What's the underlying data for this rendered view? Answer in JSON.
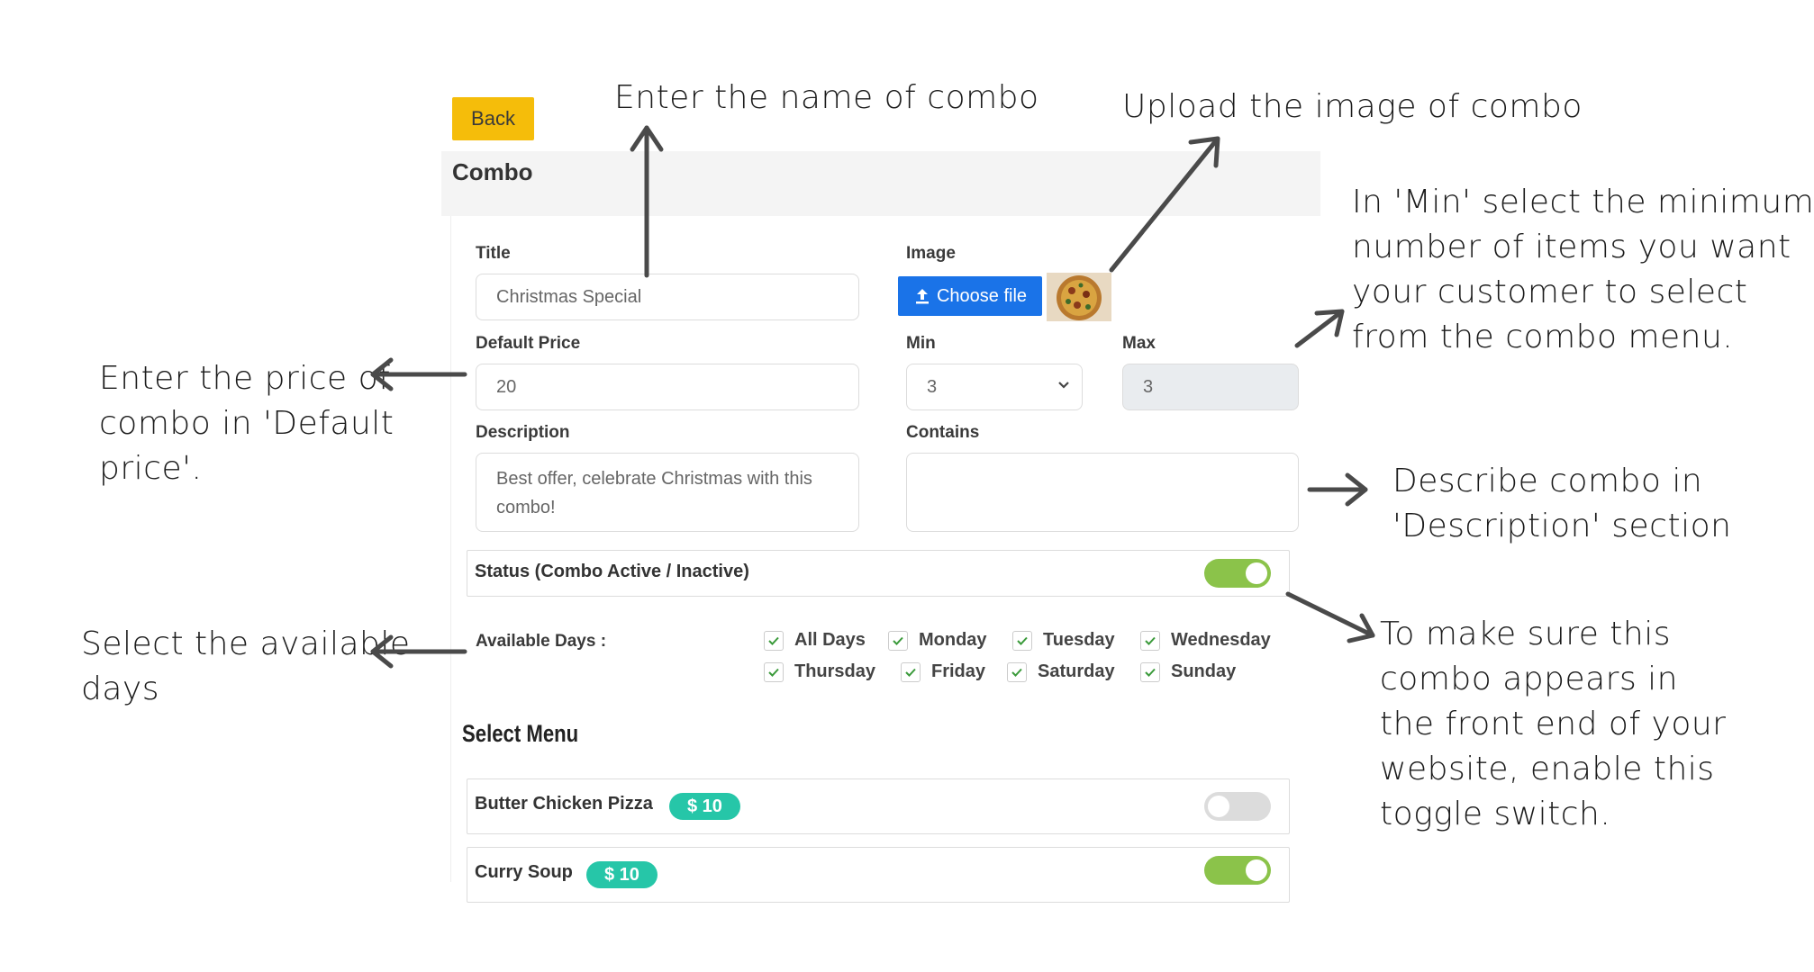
{
  "annotations": {
    "name": [
      "Enter the name of combo"
    ],
    "image": [
      "Upload the image of combo"
    ],
    "min": [
      "In 'Min' select the minimum",
      "number of items you want",
      "your customer to select",
      "from the combo menu."
    ],
    "price": [
      "Enter the price of",
      "combo in 'Default",
      "price'."
    ],
    "description": [
      "Describe combo in",
      "'Description' section"
    ],
    "days": [
      "Select the available",
      "days"
    ],
    "status": [
      "To make sure this",
      "combo appears in",
      "the front end of your",
      "website, enable this",
      "toggle switch."
    ]
  },
  "form": {
    "back_label": "Back",
    "panel_title": "Combo",
    "title_label": "Title",
    "title_value": "Christmas Special",
    "image_label": "Image",
    "choose_file_label": "Choose file",
    "default_price_label": "Default Price",
    "default_price_value": "20",
    "min_label": "Min",
    "min_value": "3",
    "max_label": "Max",
    "max_value": "3",
    "description_label": "Description",
    "description_value": "Best offer, celebrate Christmas with this combo!",
    "contains_label": "Contains",
    "contains_value": "",
    "status_label": "Status (Combo Active / Inactive)",
    "status_on": true,
    "available_days_label": "Available Days :",
    "days": [
      {
        "label": "All Days",
        "checked": true
      },
      {
        "label": "Monday",
        "checked": true
      },
      {
        "label": "Tuesday",
        "checked": true
      },
      {
        "label": "Wednesday",
        "checked": true
      },
      {
        "label": "Thursday",
        "checked": true
      },
      {
        "label": "Friday",
        "checked": true
      },
      {
        "label": "Saturday",
        "checked": true
      },
      {
        "label": "Sunday",
        "checked": true
      }
    ],
    "select_menu_label": "Select Menu",
    "menu_items": [
      {
        "name": "Butter Chicken Pizza",
        "price": "$ 10",
        "enabled": false
      },
      {
        "name": "Curry Soup",
        "price": "$ 10",
        "enabled": true
      }
    ]
  },
  "colors": {
    "back_button": "#f5bd0a",
    "choose_button": "#1a73e8",
    "toggle_on": "#8bc34a",
    "toggle_off": "#dcdcdc",
    "price_badge": "#26c6a8",
    "arrow": "#4a4a4a"
  },
  "icons": {
    "choose_file": "upload-icon",
    "min_select": "chevron-down-icon",
    "checkbox": "check-icon"
  }
}
